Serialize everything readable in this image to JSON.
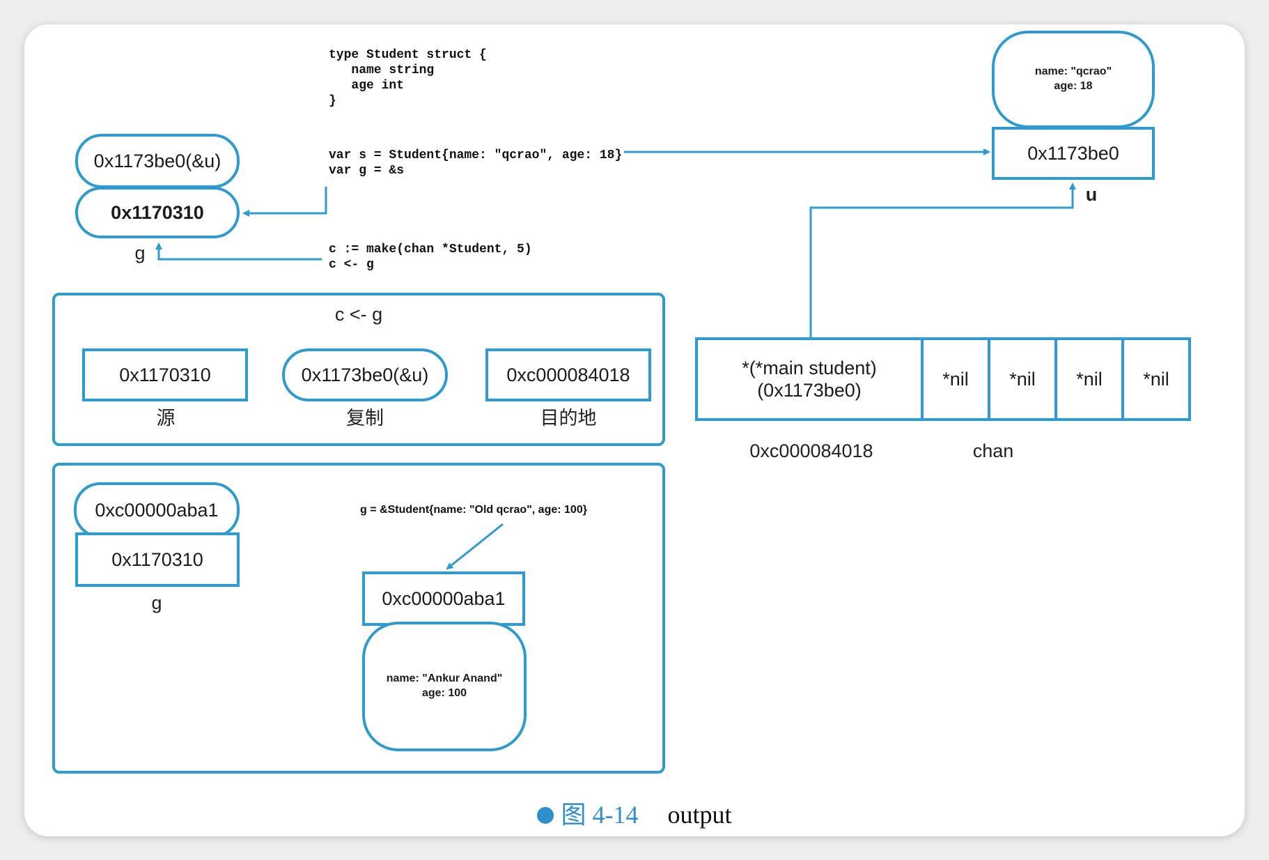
{
  "code": {
    "struct_def": "type Student struct {\n   name string\n   age int\n}",
    "assign": "var s = Student{name: \"qcrao\", age: 18}\nvar g = &s",
    "chan": "c := make(chan *Student, 5)\nc <- g"
  },
  "top_left": {
    "g_value": "0x1173be0(&u)",
    "g_addr": "0x1170310",
    "g_label": "g"
  },
  "top_right": {
    "struct_name": "name: \"qcrao\"",
    "struct_age": "age: 18",
    "addr": "0x1173be0",
    "label": "u"
  },
  "copy_panel": {
    "title": "c <- g",
    "source_value": "0x1170310",
    "source_label": "源",
    "copy_value": "0x1173be0(&u)",
    "copy_label": "复制",
    "dest_value": "0xc000084018",
    "dest_label": "目的地"
  },
  "channel": {
    "slot0_line1": "*(*main student)",
    "slot0_line2": "(0x1173be0)",
    "nil_slots": [
      "*nil",
      "*nil",
      "*nil",
      "*nil"
    ],
    "addr_label": "0xc000084018",
    "chan_label": "chan"
  },
  "bottom_panel": {
    "g_value": "0xc00000aba1",
    "g_addr": "0x1170310",
    "g_label": "g",
    "assign_text": "g = &Student{name: \"Old qcrao\", age: 100}",
    "new_addr": "0xc00000aba1",
    "new_name": "name: \"Ankur Anand\"",
    "new_age": "age: 100"
  },
  "caption": {
    "figure_number": "图 4-14",
    "figure_text": "output",
    "accent_color": "#2e8fce",
    "box_color": "#2e9bd0"
  }
}
